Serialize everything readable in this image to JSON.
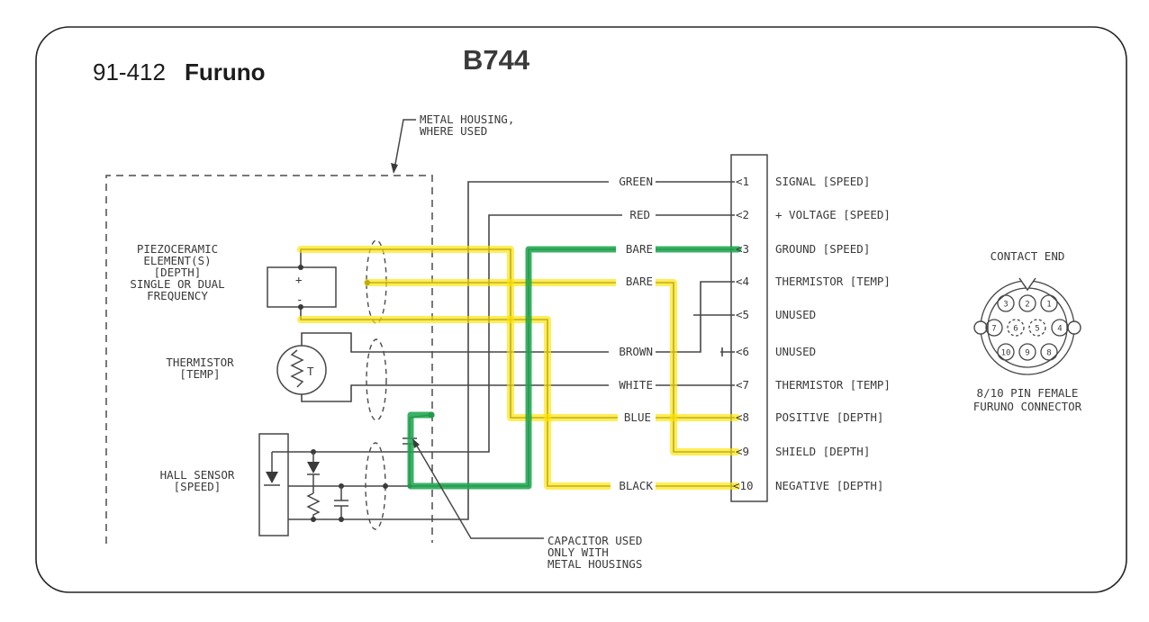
{
  "title": {
    "part_number": "91-412",
    "brand": "Furuno"
  },
  "annotation": {
    "text": "B744",
    "color": "#ee2b2b"
  },
  "notes": {
    "metal_housing": [
      "METAL HOUSING,",
      "WHERE USED"
    ],
    "capacitor": [
      "CAPACITOR USED",
      "ONLY WITH",
      "METAL HOUSINGS"
    ]
  },
  "components": {
    "piezo": [
      "PIEZOCERAMIC",
      "ELEMENT(S)",
      "[DEPTH]",
      "SINGLE OR DUAL",
      "FREQUENCY"
    ],
    "piezo_plus": "+",
    "piezo_minus": "-",
    "thermistor": [
      "THERMISTOR",
      "[TEMP]"
    ],
    "thermistor_symbol": "T",
    "hall": [
      "HALL SENSOR",
      "[SPEED]"
    ]
  },
  "rows": [
    {
      "pin": "<1",
      "wire": "GREEN",
      "desc": "SIGNAL [SPEED]"
    },
    {
      "pin": "<2",
      "wire": "RED",
      "desc": "+ VOLTAGE [SPEED]"
    },
    {
      "pin": "<3",
      "wire": "BARE",
      "desc": "GROUND [SPEED]"
    },
    {
      "pin": "<4",
      "wire": "BARE",
      "desc": "THERMISTOR [TEMP]"
    },
    {
      "pin": "<5",
      "wire": "",
      "desc": "UNUSED"
    },
    {
      "pin": "<6",
      "wire": "BROWN",
      "desc": "UNUSED"
    },
    {
      "pin": "<7",
      "wire": "WHITE",
      "desc": "THERMISTOR [TEMP]"
    },
    {
      "pin": "<8",
      "wire": "BLUE",
      "desc": "POSITIVE [DEPTH]"
    },
    {
      "pin": "<9",
      "wire": "",
      "desc": "SHIELD [DEPTH]"
    },
    {
      "pin": "<10",
      "wire": "BLACK",
      "desc": "NEGATIVE [DEPTH]"
    }
  ],
  "connector": {
    "heading": "CONTACT END",
    "caption": [
      "8/10 PIN FEMALE",
      "FURUNO CONNECTOR"
    ],
    "pin_rows": [
      [
        "3",
        "2",
        "1"
      ],
      [
        "7",
        "6",
        "5",
        "4"
      ],
      [
        "10",
        "9",
        "8"
      ]
    ],
    "dashed_pins": [
      "5",
      "6"
    ]
  },
  "highlights": {
    "yellow": "#ffe400",
    "green": "#1fa64e"
  }
}
